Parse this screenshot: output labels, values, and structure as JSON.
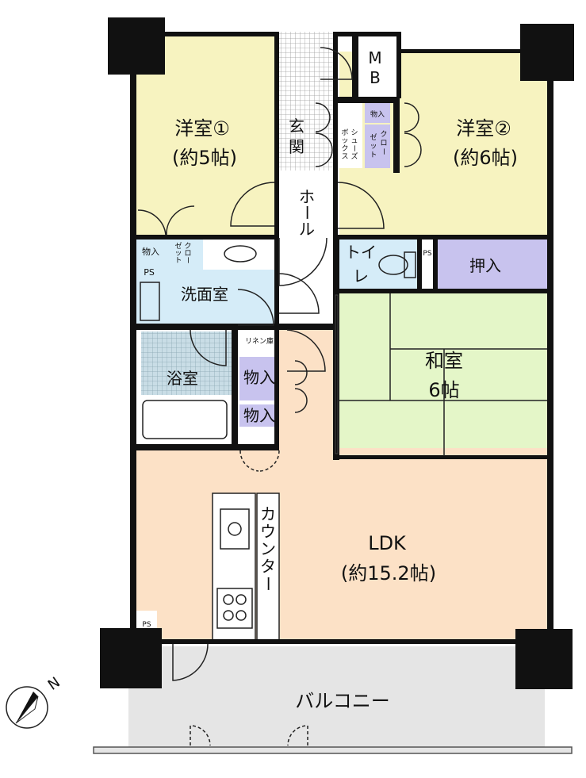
{
  "rooms": {
    "western1": {
      "name": "洋室①",
      "size": "(約5帖)"
    },
    "western2": {
      "name": "洋室②",
      "size": "(約6帖)"
    },
    "entrance": {
      "line1": "玄",
      "line2": "関"
    },
    "hall": {
      "chars": [
        "ホ",
        "ー",
        "ル"
      ]
    },
    "mb": {
      "line1": "M",
      "line2": "B"
    },
    "shoes_box": {
      "chars": [
        "シ",
        "ュ",
        "ー",
        "ズ"
      ],
      "chars2": [
        "ボ",
        "ッ",
        "ク",
        "ス"
      ]
    },
    "closet_right": {
      "chars": [
        "ク",
        "ロ",
        "ー"
      ],
      "chars2": [
        "ゼ",
        "ッ",
        "ト"
      ]
    },
    "storage_top": "物入",
    "storage_left": "物入",
    "closet_left": {
      "chars": [
        "ク",
        "ロ",
        "ー"
      ],
      "chars2": [
        "ゼ",
        "ッ",
        "ト"
      ]
    },
    "ps": "PS",
    "washroom": "洗面室",
    "toilet": {
      "line1": "トイ",
      "line2": "レ"
    },
    "oshiire": "押入",
    "washitsu": {
      "name": "和室",
      "size": "6帖"
    },
    "linen": "リネン庫",
    "storage_mid": "物入",
    "storage_low": "物入",
    "bath": "浴室",
    "counter": {
      "chars": [
        "カ",
        "ウ",
        "ン",
        "タ",
        "ー"
      ]
    },
    "ldk": {
      "name": "LDK",
      "size": "(約15.2帖)"
    },
    "balcony": "バルコニー"
  },
  "compass": {
    "label": "N"
  },
  "colors": {
    "western": "#f7f3c0",
    "ldk": "#fce1c6",
    "wet": "#d5ecf8",
    "storage": "#c8c3ee",
    "washitsu": "#e4f6c8",
    "balcony": "#e5e5e5",
    "wall": "#111111"
  }
}
